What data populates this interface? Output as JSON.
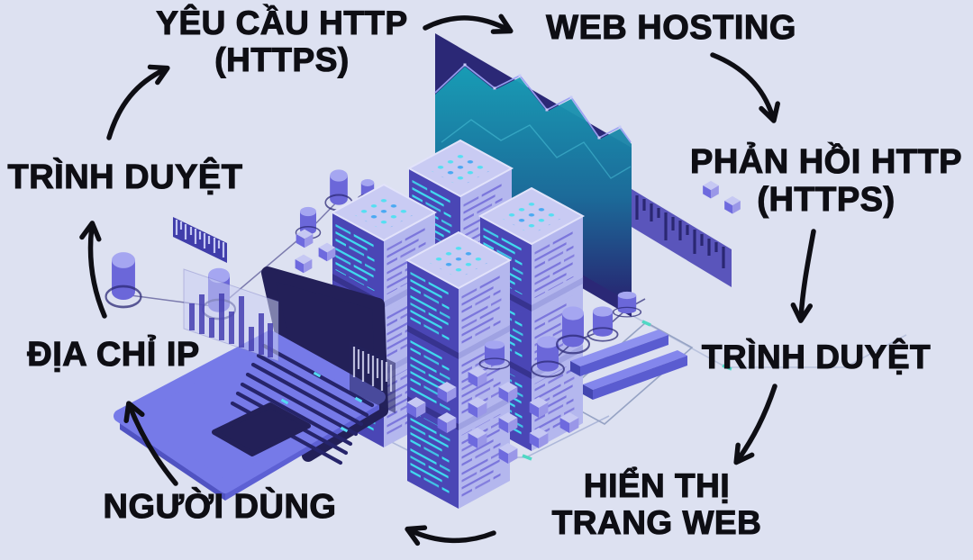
{
  "diagram": {
    "type": "cycle-infographic",
    "topic": "web hosting HTTP request flow",
    "nodes": [
      {
        "id": "yeu-cau-http",
        "label": "YÊU CẦU HTTP",
        "sublabel": "(HTTPS)"
      },
      {
        "id": "web-hosting",
        "label": "WEB HOSTING",
        "sublabel": ""
      },
      {
        "id": "phan-hoi-http",
        "label": "PHẢN HỒI HTTP",
        "sublabel": "(HTTPS)"
      },
      {
        "id": "trinh-duyet-right",
        "label": "TRÌNH DUYỆT",
        "sublabel": ""
      },
      {
        "id": "hien-thi-trang-web",
        "label": "HIỂN THỊ",
        "sublabel": "TRANG WEB"
      },
      {
        "id": "nguoi-dung",
        "label": "NGƯỜI DÙNG",
        "sublabel": ""
      },
      {
        "id": "dia-chi-ip",
        "label": "ĐỊA CHỈ IP",
        "sublabel": ""
      },
      {
        "id": "trinh-duyet-left",
        "label": "TRÌNH DUYỆT",
        "sublabel": ""
      }
    ],
    "edges": [
      {
        "from": "yeu-cau-http",
        "to": "web-hosting"
      },
      {
        "from": "web-hosting",
        "to": "phan-hoi-http"
      },
      {
        "from": "phan-hoi-http",
        "to": "trinh-duyet-right"
      },
      {
        "from": "trinh-duyet-right",
        "to": "hien-thi-trang-web"
      },
      {
        "from": "hien-thi-trang-web",
        "to": "nguoi-dung"
      },
      {
        "from": "nguoi-dung",
        "to": "dia-chi-ip"
      },
      {
        "from": "dia-chi-ip",
        "to": "trinh-duyet-left"
      },
      {
        "from": "trinh-duyet-left",
        "to": "yeu-cau-http"
      }
    ],
    "colors": {
      "background": "#dde1f1",
      "label_text": "#0e0e14",
      "arrow": "#0e0e14",
      "board_navy": "#2b2876",
      "server_face_dark": "#4a46b5",
      "server_face_light": "#b4b7ee",
      "server_top": "#c9cbf3",
      "accent_cyan": "#3fd9ee",
      "accent_teal": "#17a2b8",
      "laptop_purple": "#767ae8",
      "cylinder_purple": "#6b67d9"
    }
  },
  "illustration": {
    "description": "isometric data-center scene: four server towers, analytics board with line chart, laptop, ruler strips, cube grid, database cylinders, progress bars, network lines",
    "components": [
      "server-towers",
      "analytics-board",
      "laptop",
      "ruler-strips",
      "data-cubes",
      "database-cylinders",
      "progress-bars",
      "network-lines"
    ]
  }
}
